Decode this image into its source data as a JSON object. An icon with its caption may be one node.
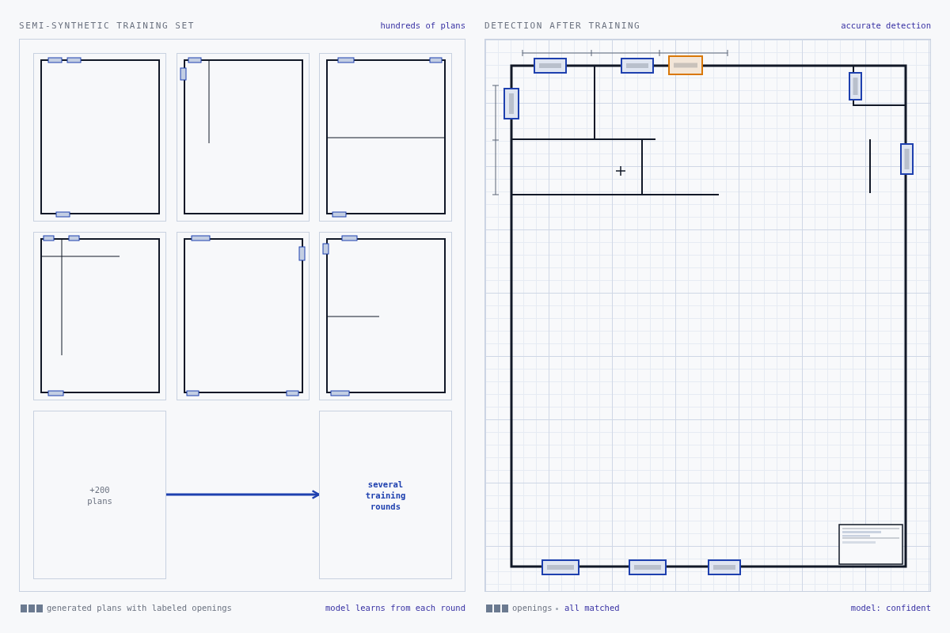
{
  "diagram": {
    "nodes": [
      {
        "text": [],
        "shape": "box"
      },
      {
        "text": [],
        "shape": "box",
        "in": 0
      },
      {
        "text": [],
        "shape": "box",
        "in": 0
      },
      {
        "text": [],
        "shape": "box",
        "in": 0
      },
      {
        "text": [],
        "shape": "box",
        "in": 0
      },
      {
        "text": [],
        "shape": "box",
        "in": 0
      },
      {
        "text": [],
        "shape": "box",
        "in": 0
      },
      {
        "text": [
          "+200 plans"
        ],
        "in": 0
      },
      {
        "text": [
          "several training rounds"
        ],
        "in": 0
      },
      {
        "text": [],
        "shape": "box"
      }
    ],
    "edges": [
      {
        "from": 7,
        "to": 8,
        "arrow": "to"
      }
    ],
    "labels": [
      "SEMI-SYNTHETIC TRAINING SET",
      "hundreds of plans",
      "DETECTION AFTER TRAINING",
      "accurate detection",
      "generated plans with labeled openings",
      "model learns from each round",
      "openings",
      "all matched",
      "model: confident"
    ]
  }
}
